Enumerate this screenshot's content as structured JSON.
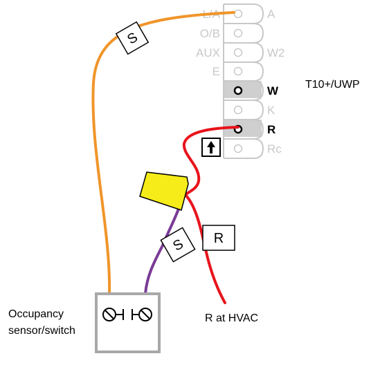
{
  "terminal_block": {
    "left_labels": [
      "L/A",
      "O/B",
      "AUX",
      "E",
      "",
      "",
      "",
      ""
    ],
    "right_labels": [
      "A",
      "",
      "W2",
      "",
      "W",
      "K",
      "R",
      "Rc"
    ],
    "active_terminals": [
      "W",
      "R"
    ],
    "colors": {
      "inactive_text": "#c8c8c8",
      "active_text": "#000000",
      "highlight_fill": "#cfcfcf",
      "outline": "#c8c8c8"
    }
  },
  "model_label": "T10+/UWP",
  "tags": {
    "s_top": "S",
    "s_bottom": "S",
    "r_tag": "R"
  },
  "labels": {
    "hvac_r": "R at HVAC",
    "sensor_line1": "Occupancy",
    "sensor_line2": "sensor/switch"
  },
  "wire_colors": {
    "orange": "#f0952a",
    "red": "#e8141c",
    "purple": "#7a3b96",
    "wire_nut": "#f5ec1a",
    "sensor_box": "#a8a8a8"
  },
  "icons": {
    "jumper": "up-arrow-icon",
    "sensor_terminals": "screw-terminal-icon"
  }
}
